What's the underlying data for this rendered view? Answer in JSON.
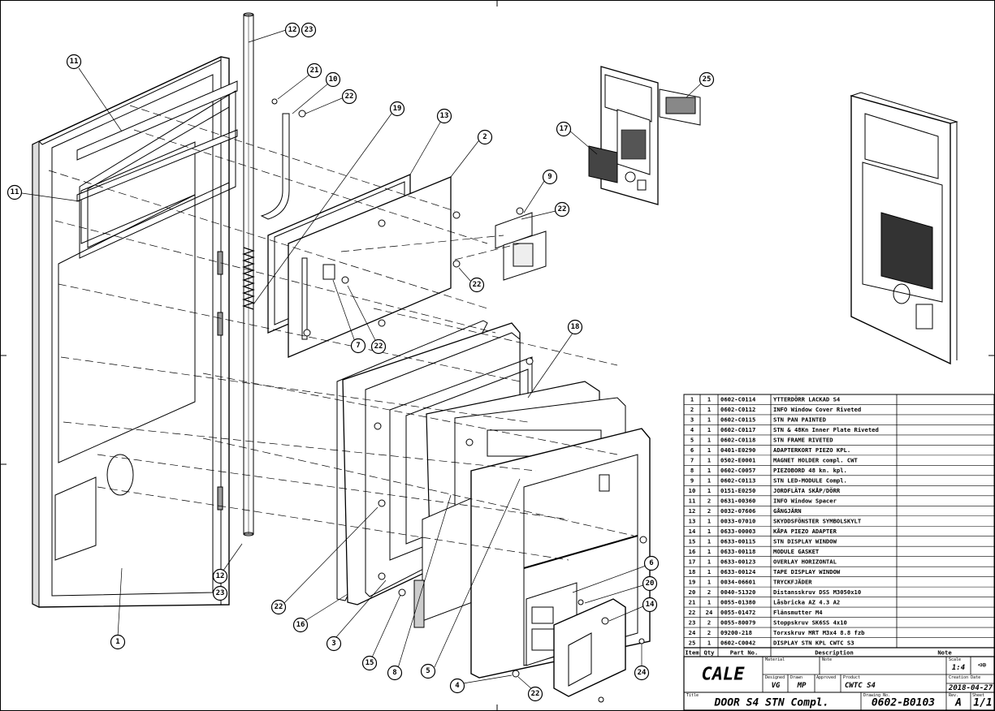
{
  "bom": {
    "header": {
      "item": "Item",
      "qty": "Qty",
      "part_no": "Part No.",
      "description": "Description",
      "note": "Note"
    },
    "rows": [
      [
        "1",
        "1",
        "0602-C0114",
        "YTTERDÖRR LACKAD S4"
      ],
      [
        "2",
        "1",
        "0602-C0112",
        "INFO Window Cover Riveted"
      ],
      [
        "3",
        "1",
        "0602-C0115",
        "STN PAN PAINTED"
      ],
      [
        "4",
        "1",
        "0602-C0117",
        "STN & 48Kn Inner Plate Riveted"
      ],
      [
        "5",
        "1",
        "0602-C0118",
        "STN FRAME RIVETED"
      ],
      [
        "6",
        "1",
        "0401-E0290",
        "ADAPTERKORT PIEZO KPL."
      ],
      [
        "7",
        "1",
        "0502-E0001",
        "MAGNET HOLDER compl. CWT"
      ],
      [
        "8",
        "1",
        "0602-C0057",
        "PIEZOBORD 48 kn. kpl."
      ],
      [
        "9",
        "1",
        "0602-C0113",
        "STN LED-MODULE Compl."
      ],
      [
        "10",
        "1",
        "0151-E0250",
        "JORDFLÄTA SKÅP/DÖRR"
      ],
      [
        "11",
        "2",
        "0631-00360",
        "INFO Window Spacer"
      ],
      [
        "12",
        "2",
        "0032-07606",
        "GÅNGJÄRN"
      ],
      [
        "13",
        "1",
        "0033-07010",
        "SKYDDSFÖNSTER SYMBOLSKYLT"
      ],
      [
        "14",
        "1",
        "0633-00003",
        "KÅPA PIEZO ADAPTER"
      ],
      [
        "15",
        "1",
        "0633-00115",
        "STN DISPLAY WINDOW"
      ],
      [
        "16",
        "1",
        "0633-00118",
        "MODULE GASKET"
      ],
      [
        "17",
        "1",
        "0633-00123",
        "OVERLAY HORIZONTAL"
      ],
      [
        "18",
        "1",
        "0633-00124",
        "TAPE DISPLAY WINDOW"
      ],
      [
        "19",
        "1",
        "0034-06601",
        "TRYCKFJÄDER"
      ],
      [
        "20",
        "2",
        "0040-51320",
        "Distansskruv DSS M3050x10"
      ],
      [
        "21",
        "1",
        "0055-01380",
        "Låsbricka AZ 4.3 A2"
      ],
      [
        "22",
        "24",
        "0055-01472",
        "Flänsmutter M4"
      ],
      [
        "23",
        "2",
        "0055-80079",
        "Stoppskruv SK6SS 4x10"
      ],
      [
        "24",
        "2",
        "09200-218",
        "Torxskruv MRT M3x4 8.8 fzb"
      ],
      [
        "25",
        "1",
        "0602-C0042",
        "DISPLAY STN KPL CWTC S3"
      ]
    ]
  },
  "title_block": {
    "logo": "CALE",
    "material_label": "Material",
    "note_label": "Note",
    "scale_label": "Scale",
    "scale": "1:4",
    "projection_symbol": "⊲⊕",
    "designed_label": "Designed",
    "designed": "VG",
    "drawn_label": "Drawn",
    "drawn": "MP",
    "approved_label": "Approved",
    "product_label": "Product",
    "product": "CWTC S4",
    "creation_date_label": "Creation Date",
    "creation_date": "2018-04-27",
    "title_label": "Title",
    "title": "DOOR S4 STN Compl.",
    "drawing_no_label": "Drawing No.",
    "drawing_no": "0602-B0103",
    "rev_label": "Rev.",
    "rev": "A",
    "sheet_label": "Sheet",
    "sheet": "1/1"
  },
  "callouts": [
    {
      "id": "c12a",
      "label": "12"
    },
    {
      "id": "c23a",
      "label": "23"
    },
    {
      "id": "c11a",
      "label": "11"
    },
    {
      "id": "c11b",
      "label": "11"
    },
    {
      "id": "c21",
      "label": "21"
    },
    {
      "id": "c10",
      "label": "10"
    },
    {
      "id": "c22a",
      "label": "22"
    },
    {
      "id": "c19",
      "label": "19"
    },
    {
      "id": "c13",
      "label": "13"
    },
    {
      "id": "c2",
      "label": "2"
    },
    {
      "id": "c9",
      "label": "9"
    },
    {
      "id": "c22b",
      "label": "22"
    },
    {
      "id": "c22c",
      "label": "22"
    },
    {
      "id": "c7",
      "label": "7"
    },
    {
      "id": "c22d",
      "label": "22"
    },
    {
      "id": "c18",
      "label": "18"
    },
    {
      "id": "c25",
      "label": "25"
    },
    {
      "id": "c17",
      "label": "17"
    },
    {
      "id": "c12b",
      "label": "12"
    },
    {
      "id": "c23b",
      "label": "23"
    },
    {
      "id": "c1",
      "label": "1"
    },
    {
      "id": "c22e",
      "label": "22"
    },
    {
      "id": "c16",
      "label": "16"
    },
    {
      "id": "c3",
      "label": "3"
    },
    {
      "id": "c15",
      "label": "15"
    },
    {
      "id": "c8",
      "label": "8"
    },
    {
      "id": "c5",
      "label": "5"
    },
    {
      "id": "c4",
      "label": "4"
    },
    {
      "id": "c22f",
      "label": "22"
    },
    {
      "id": "c6",
      "label": "6"
    },
    {
      "id": "c20",
      "label": "20"
    },
    {
      "id": "c14",
      "label": "14"
    },
    {
      "id": "c24",
      "label": "24"
    }
  ]
}
